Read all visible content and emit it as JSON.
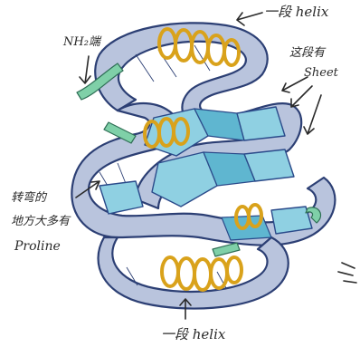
{
  "labels": {
    "nh2_end": "NH₂端",
    "helix_top": "一段 helix",
    "sheet_1": "这段有",
    "sheet_2": "Sheet",
    "turn_1": "转弯的",
    "turn_2": "地方大多有",
    "turn_3": "Proline",
    "helix_bottom": "一段 helix"
  },
  "colors": {
    "backbone": "#b9c4dd",
    "helix": "#d9a21b",
    "sheet": "#8fd0e2",
    "loop": "#7fd0a8",
    "ink": "#2a2a2a"
  }
}
